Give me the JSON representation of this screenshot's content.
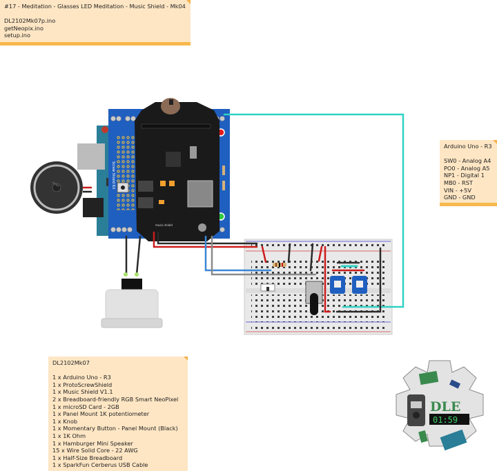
{
  "title_note": {
    "heading": "#17 - Meditation - Glasses LED Meditation - Music Shield - Mk04",
    "files": [
      "DL2102Mk07p.ino",
      "getNeopix.ino",
      "setup.ino"
    ]
  },
  "pin_note": {
    "heading": "Arduino Uno - R3",
    "pins": [
      "SW0 - Analog A4",
      "PO0 - Analog A5",
      "NP1 - Digital 1",
      "MB0 - RST",
      "VIN - +5V",
      "GND - GND"
    ]
  },
  "bom_note": {
    "heading": "DL2102Mk07",
    "items": [
      "1 x Arduino Uno - R3",
      "1 x ProtoScrewShield",
      "1 x Music Shield V1.1",
      "2 x Breadboard-friendly RGB Smart NeoPixel",
      "1 x microSD Card - 2GB",
      "1 x Panel Mount 1K potentiometer",
      "1 x Knob",
      "1 x Momentary Button - Panel Mount (Black)",
      "1 x 1K Ohm",
      "1 x Hamburger Mini Speaker",
      "15 x Wire Solid Core - 22 AWG",
      "1 x Half-Size Breadboard",
      "1 x SparkFun Cerberus USB Cable"
    ]
  },
  "components": {
    "shield_label": "Screw Shield R3",
    "music_shield_label": "music shield",
    "logo_text": "DLE",
    "logo_display": "01:59"
  },
  "colors": {
    "note_bg": "#fee6c4",
    "note_border": "#f7b84e",
    "shield_blue": "#1f5fbf",
    "arduino_teal": "#2a7e97",
    "wire_red": "#cc1c1c",
    "wire_black": "#2a2a2a",
    "wire_blue": "#3b86d6",
    "wire_gray": "#8a8a8a",
    "wire_cyan": "#2fd2c4",
    "logo_green": "#3a8a4e"
  }
}
